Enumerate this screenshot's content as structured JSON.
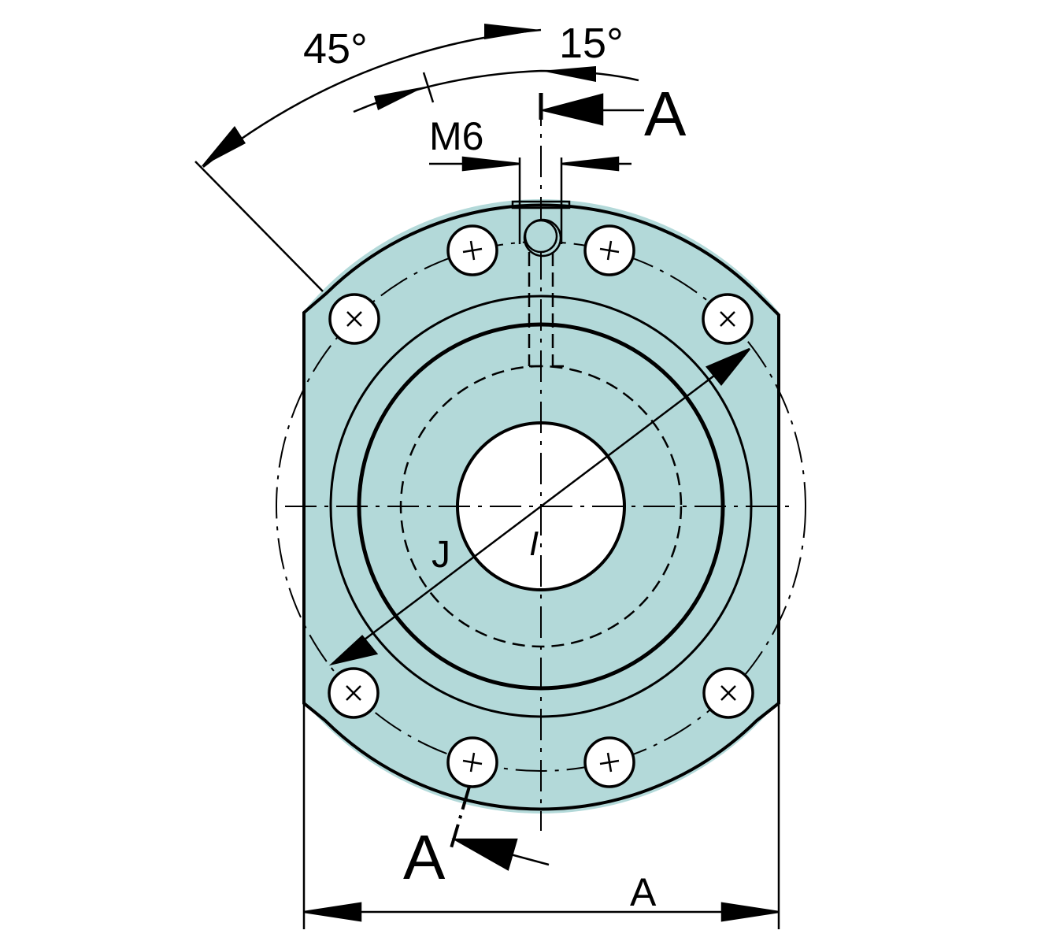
{
  "drawing": {
    "type": "flange bearing front view, technical drawing",
    "fill_color": "#b3d9d9",
    "line_color": "#000000",
    "background": "#ffffff"
  },
  "labels": {
    "angle_45": "45°",
    "angle_15": "15°",
    "thread": "M6",
    "section_top": "A",
    "section_bottom": "A",
    "diameter_j": "J",
    "diameter_i": "I",
    "width_a": "A"
  },
  "features": {
    "bolt_holes": 8,
    "lubrication_port": "M6",
    "section_marker": "A–A"
  }
}
